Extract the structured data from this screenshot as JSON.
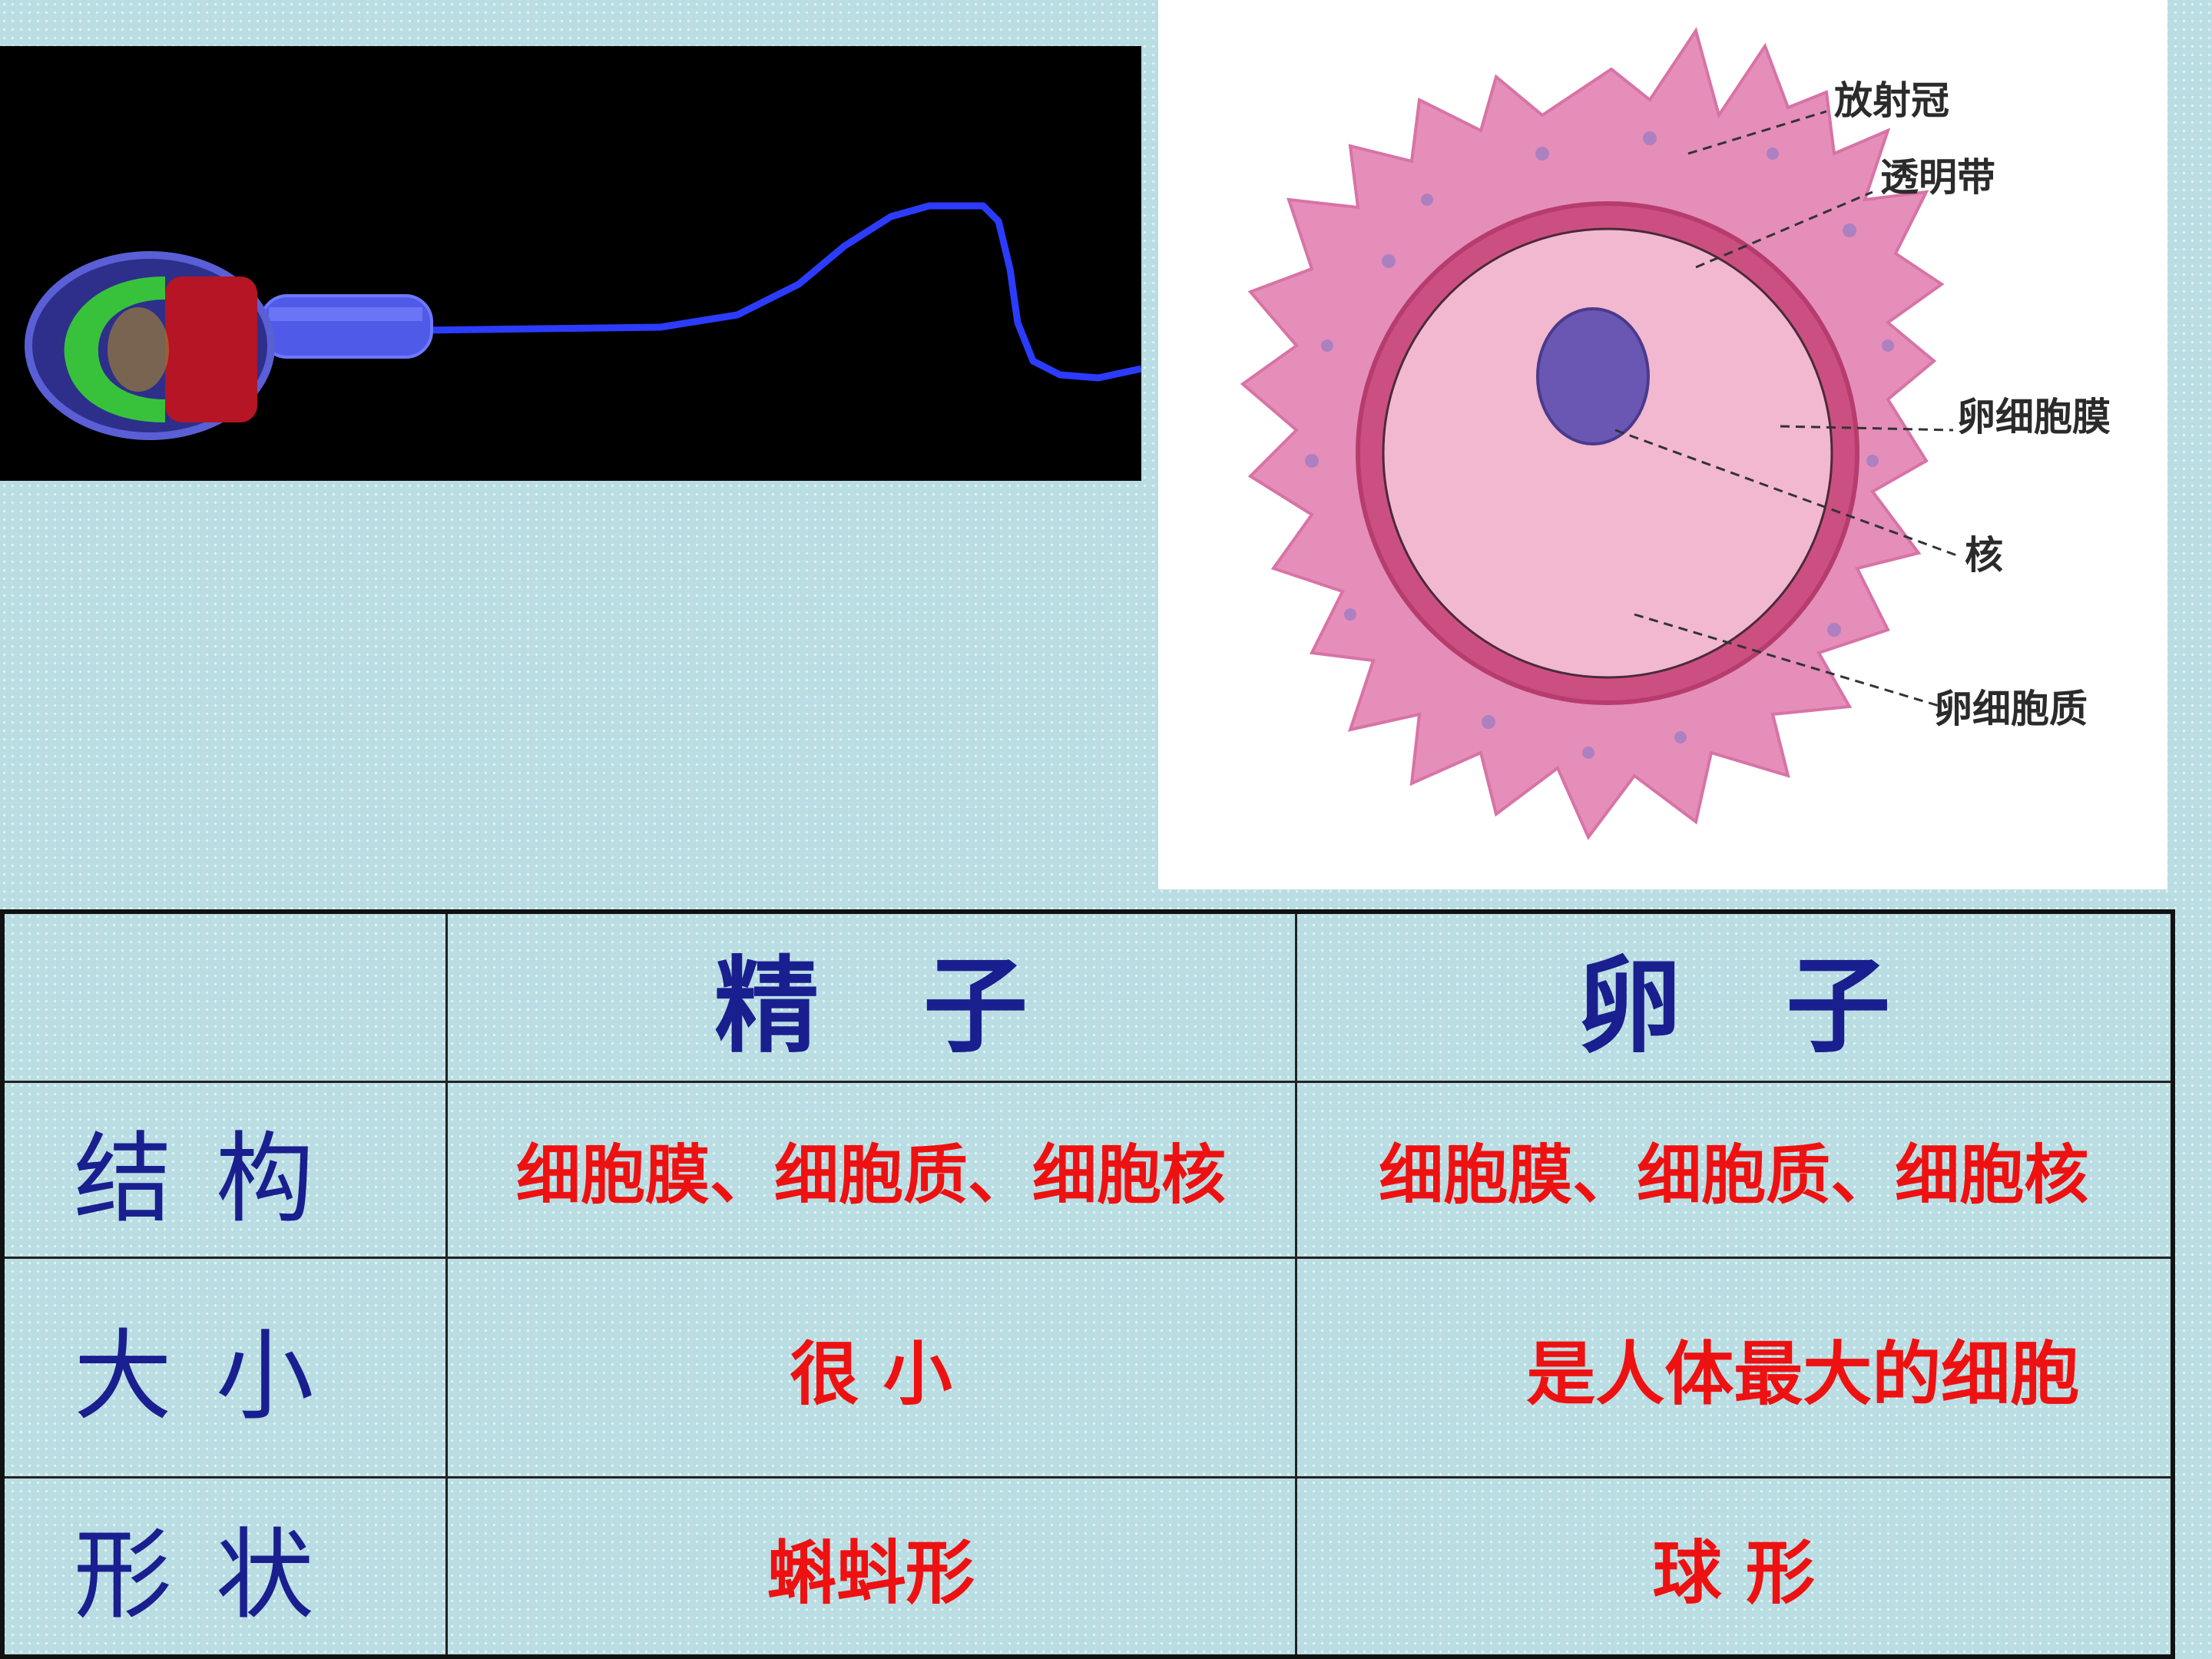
{
  "egg_labels": {
    "corona_radiata": "放射冠",
    "zona_pellucida": "透明带",
    "egg_membrane": "卵细胞膜",
    "nucleus": "核",
    "egg_cytoplasm": "卵细胞质"
  },
  "table": {
    "headers": [
      "",
      "精　子",
      "卵　子"
    ],
    "rows": [
      {
        "label": "结 构",
        "sperm": "细胞膜、细胞质、细胞核",
        "egg": "细胞膜、细胞质、细胞核"
      },
      {
        "label": "大 小",
        "sperm": "很 小",
        "egg": "是人体最大的细胞"
      },
      {
        "label": "形 状",
        "sperm": "蝌蚪形",
        "egg": "球 形"
      }
    ]
  },
  "colors": {
    "header_text": "#1a1f8f",
    "value_text": "#ee1111",
    "background": "#b9dde2",
    "sperm_tail": "#2b3cff"
  }
}
